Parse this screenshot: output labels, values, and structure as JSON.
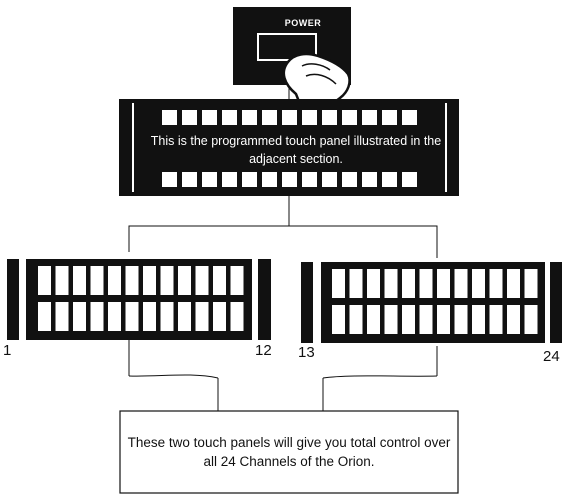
{
  "power_button": {
    "label": "POWER"
  },
  "top_panel": {
    "caption": "This is the programmed touch panel illustrated in the adjacent section."
  },
  "left_panel": {
    "start_label": "1",
    "end_label": "12"
  },
  "right_panel": {
    "start_label": "13",
    "end_label": "24"
  },
  "info_box": {
    "text": "These two touch panels will give you total control over all 24 Channels of the Orion."
  },
  "colors": {
    "ink": "#111111",
    "background": "#ffffff"
  }
}
